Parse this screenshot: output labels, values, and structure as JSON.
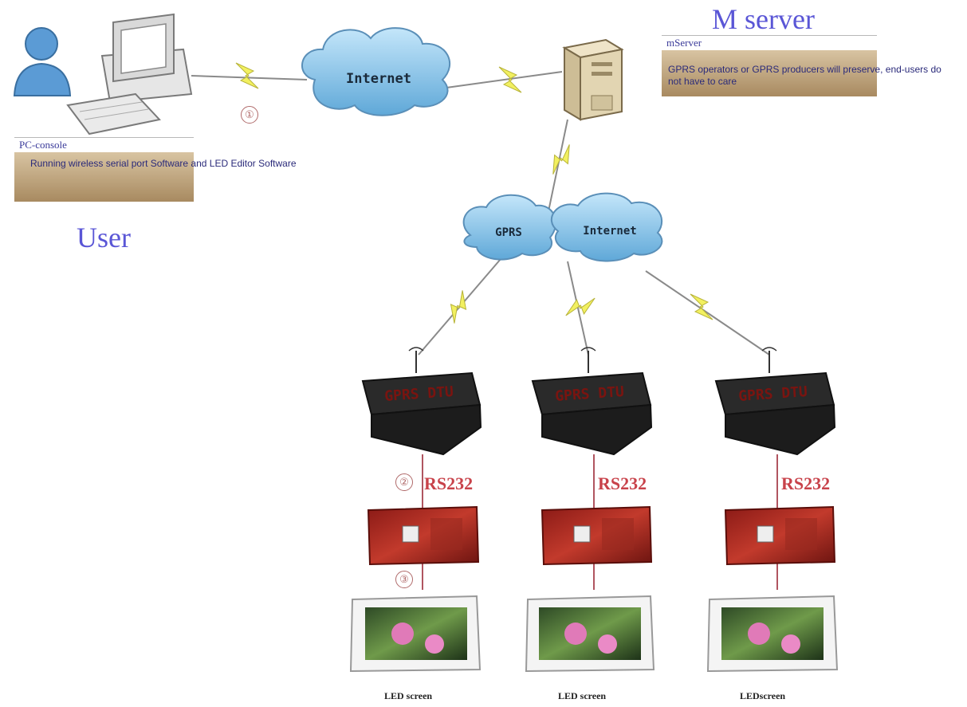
{
  "labels": {
    "m_server": "M server",
    "user": "User"
  },
  "pc_console": {
    "title": "PC-console",
    "description": "Running wireless serial port Software and LED Editor Software"
  },
  "mserver": {
    "title": "mServer",
    "description": "GPRS operators or GPRS producers will preserve, end-users do not have to care"
  },
  "clouds": {
    "top": "Internet",
    "gprs": "GPRS",
    "mid": "Internet"
  },
  "dtu_device": "GPRS DTU",
  "steps": [
    "①",
    "②",
    "③"
  ],
  "branches": [
    {
      "link": "RS232",
      "screen": "LED screen"
    },
    {
      "link": "RS232",
      "screen": "LED screen"
    },
    {
      "link": "RS232",
      "screen": "LEDscreen"
    }
  ],
  "colors": {
    "label_blue": "#5a56d6",
    "rs232_red": "#c8424a",
    "cloud_blue": "#8cc8ec",
    "bolt_yellow": "#f2f060",
    "note_tan": "#b99c72"
  }
}
